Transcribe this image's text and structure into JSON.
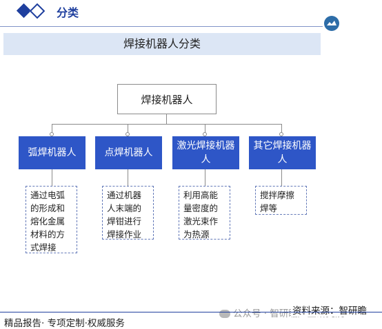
{
  "header": {
    "section_title": "分类"
  },
  "banner": {
    "title": "焊接机器人分类"
  },
  "diagram": {
    "root": "焊接机器人",
    "categories": [
      {
        "label": "弧焊机器人",
        "description": "通过电弧的形成和熔化金属材料的方式焊接"
      },
      {
        "label": "点焊机器人",
        "description": "通过机器人末端的焊钳进行焊接作业"
      },
      {
        "label": "激光焊接机器人",
        "description": "利用高能量密度的激光束作为热源"
      },
      {
        "label": "其它焊接机器人",
        "description": "搅拌摩擦焊等"
      }
    ]
  },
  "footer": {
    "tagline": "精品报告· 专项定制·权威服务",
    "source": "资料来源：智研瞻",
    "watermark": "公众号 · 智研瞻产业研究院"
  },
  "colors": {
    "brand": "#1f3f9e",
    "category_fill": "#2e56c7",
    "banner_fill": "#dce6f5"
  }
}
